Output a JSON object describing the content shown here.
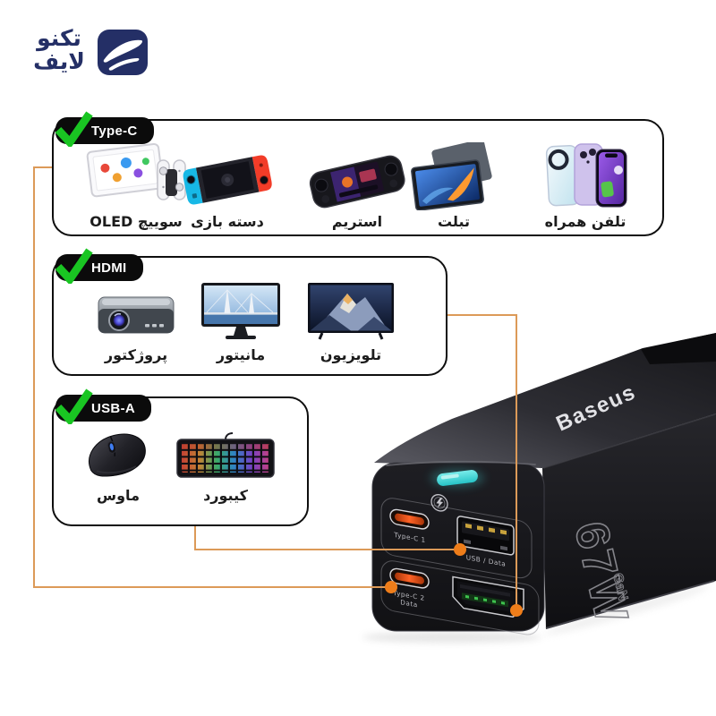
{
  "logo": {
    "name_line1": "تکنو",
    "name_line2": "لایف"
  },
  "sections": [
    {
      "header": "Type-C",
      "items": [
        {
          "label": "سوییچ OLED"
        },
        {
          "label": "دسته بازی"
        },
        {
          "label": "استریم"
        },
        {
          "label": "تبلت"
        },
        {
          "label": "تلفن همراه"
        }
      ]
    },
    {
      "header": "HDMI",
      "items": [
        {
          "label": "پروژکتور"
        },
        {
          "label": "مانیتور"
        },
        {
          "label": "تلویزیون"
        }
      ]
    },
    {
      "header": "USB-A",
      "items": [
        {
          "label": "ماوس"
        },
        {
          "label": "کیبورد"
        }
      ]
    }
  ],
  "charger": {
    "brand": "Baseus",
    "wattage": "67W",
    "tech": "GaN",
    "ports": {
      "type_c_1": "Type-C 1",
      "usb": "USB / Data",
      "type_c_2": "Type-C 2",
      "type_c_2_sub": "Data"
    }
  },
  "colors": {
    "connector_line": "#dc9a58",
    "connector_dot": "#ee7d1a",
    "check_green": "#19c522",
    "logo_navy": "#242f66",
    "led_teal": "#3fd6d6",
    "port_orange": "#ff6326"
  }
}
